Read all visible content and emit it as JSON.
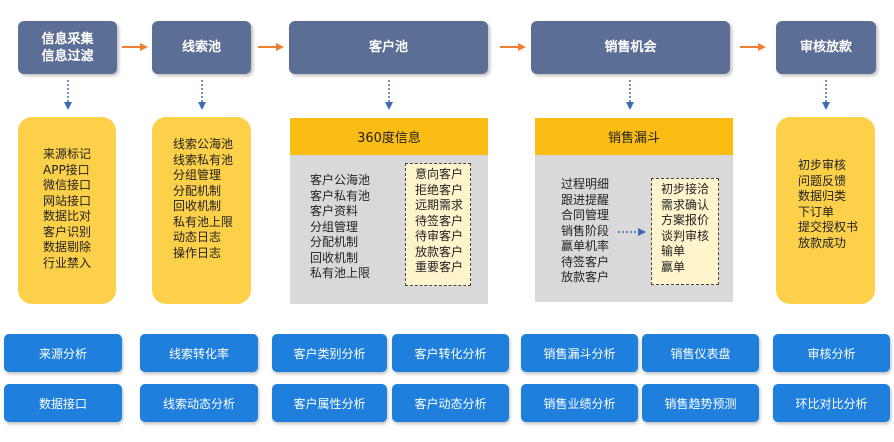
{
  "stages": [
    {
      "lines": [
        "信息采集",
        "信息过滤"
      ]
    },
    {
      "lines": [
        "线索池"
      ]
    },
    {
      "lines": [
        "客户池"
      ]
    },
    {
      "lines": [
        "销售机会"
      ]
    },
    {
      "lines": [
        "审核放款"
      ]
    }
  ],
  "source_box": {
    "items": [
      "来源标记",
      "APP接口",
      "微信接口",
      "网站接口",
      "数据比对",
      "客户识别",
      "数据剔除",
      "行业禁入"
    ]
  },
  "lead_box": {
    "items": [
      "线索公海池",
      "线索私有池",
      "分组管理",
      "分配机制",
      "回收机制",
      "私有池上限",
      "动态日志",
      "操作日志"
    ]
  },
  "customer_box": {
    "title": "360度信息",
    "items": [
      "客户公海池",
      "客户私有池",
      "客户资料",
      "分组管理",
      "分配机制",
      "回收机制",
      "私有池上限"
    ],
    "tags": [
      "意向客户",
      "拒绝客户",
      "远期需求",
      "待签客户",
      "待审客户",
      "放款客户",
      "重要客户"
    ]
  },
  "sales_box": {
    "title": "销售漏斗",
    "items": [
      "过程明细",
      "跟进提醒",
      "合同管理",
      "销售阶段",
      "赢单机率",
      "待签客户",
      "放款客户"
    ],
    "stages": [
      "初步接洽",
      "需求确认",
      "方案报价",
      "谈判审核",
      "输单",
      "赢单"
    ]
  },
  "audit_box": {
    "items": [
      "初步审核",
      "问题反馈",
      "数据归类",
      "下订单",
      "提交授权书",
      "放款成功"
    ]
  },
  "buttons_row1": [
    "来源分析",
    "线索转化率",
    "客户类别分析",
    "客户转化分析",
    "销售漏斗分析",
    "销售仪表盘",
    "审核分析"
  ],
  "buttons_row2": [
    "数据接口",
    "线索动态分析",
    "客户属性分析",
    "客户动态分析",
    "销售业绩分析",
    "销售趋势预测",
    "环比对比分析"
  ]
}
